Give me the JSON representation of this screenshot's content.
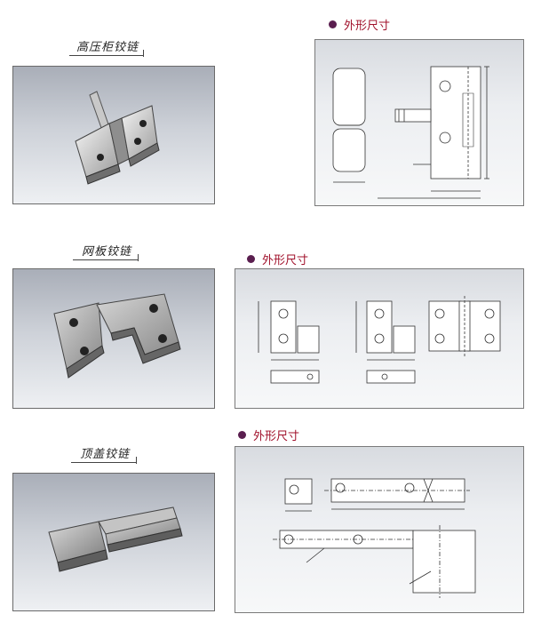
{
  "sections": [
    {
      "title": "高压柜铰链",
      "dim_label": "外形尺寸"
    },
    {
      "title": "网板铰链",
      "dim_label": "外形尺寸"
    },
    {
      "title": "顶盖铰链",
      "dim_label": "外形尺寸"
    }
  ],
  "colors": {
    "dim_label": "#a0102a",
    "bullet": "#5a1e4f"
  }
}
